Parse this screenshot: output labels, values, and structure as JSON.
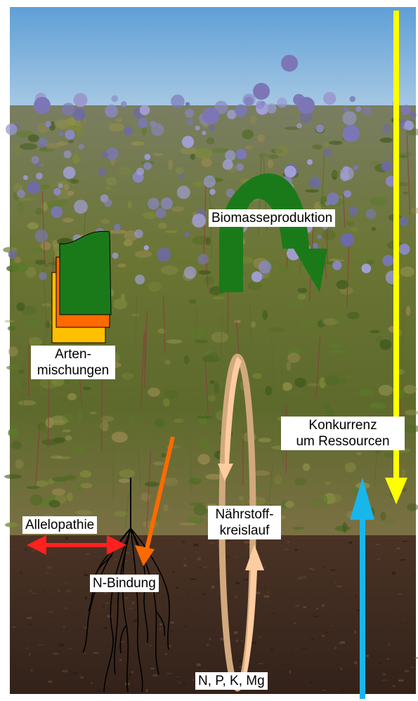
{
  "labels": {
    "biomass": "Biomasseproduktion",
    "species_mix_line1": "Arten-",
    "species_mix_line2": "mischungen",
    "competition_line1": "Konkurrenz",
    "competition_line2": "um Ressourcen",
    "nutrient_cycle_line1": "Nährstoff-",
    "nutrient_cycle_line2": "kreislauf",
    "allelopathy": "Allelopathie",
    "n_fixation": "N-Bindung",
    "nutrients": "N, P, K, Mg"
  },
  "colors": {
    "sky": "#7fb0dc",
    "vegetation": "#6e7a3c",
    "flowers": "#8a88c4",
    "soil": "#3e2a20",
    "biomass_arrow": "#1a7a1a",
    "competition_down_arrow": "#ffff00",
    "competition_up_arrow": "#19b6ec",
    "nitrogen_arrow": "#ff6a00",
    "allelopathy_arrow": "#ff2020",
    "nutrient_cycle_dark": "#d2a97e",
    "nutrient_cycle_light": "#ffcca0",
    "species_green": "#1a7a1a",
    "species_orange": "#ff6a00",
    "species_yellow": "#ffc000",
    "roots": "#000000"
  }
}
